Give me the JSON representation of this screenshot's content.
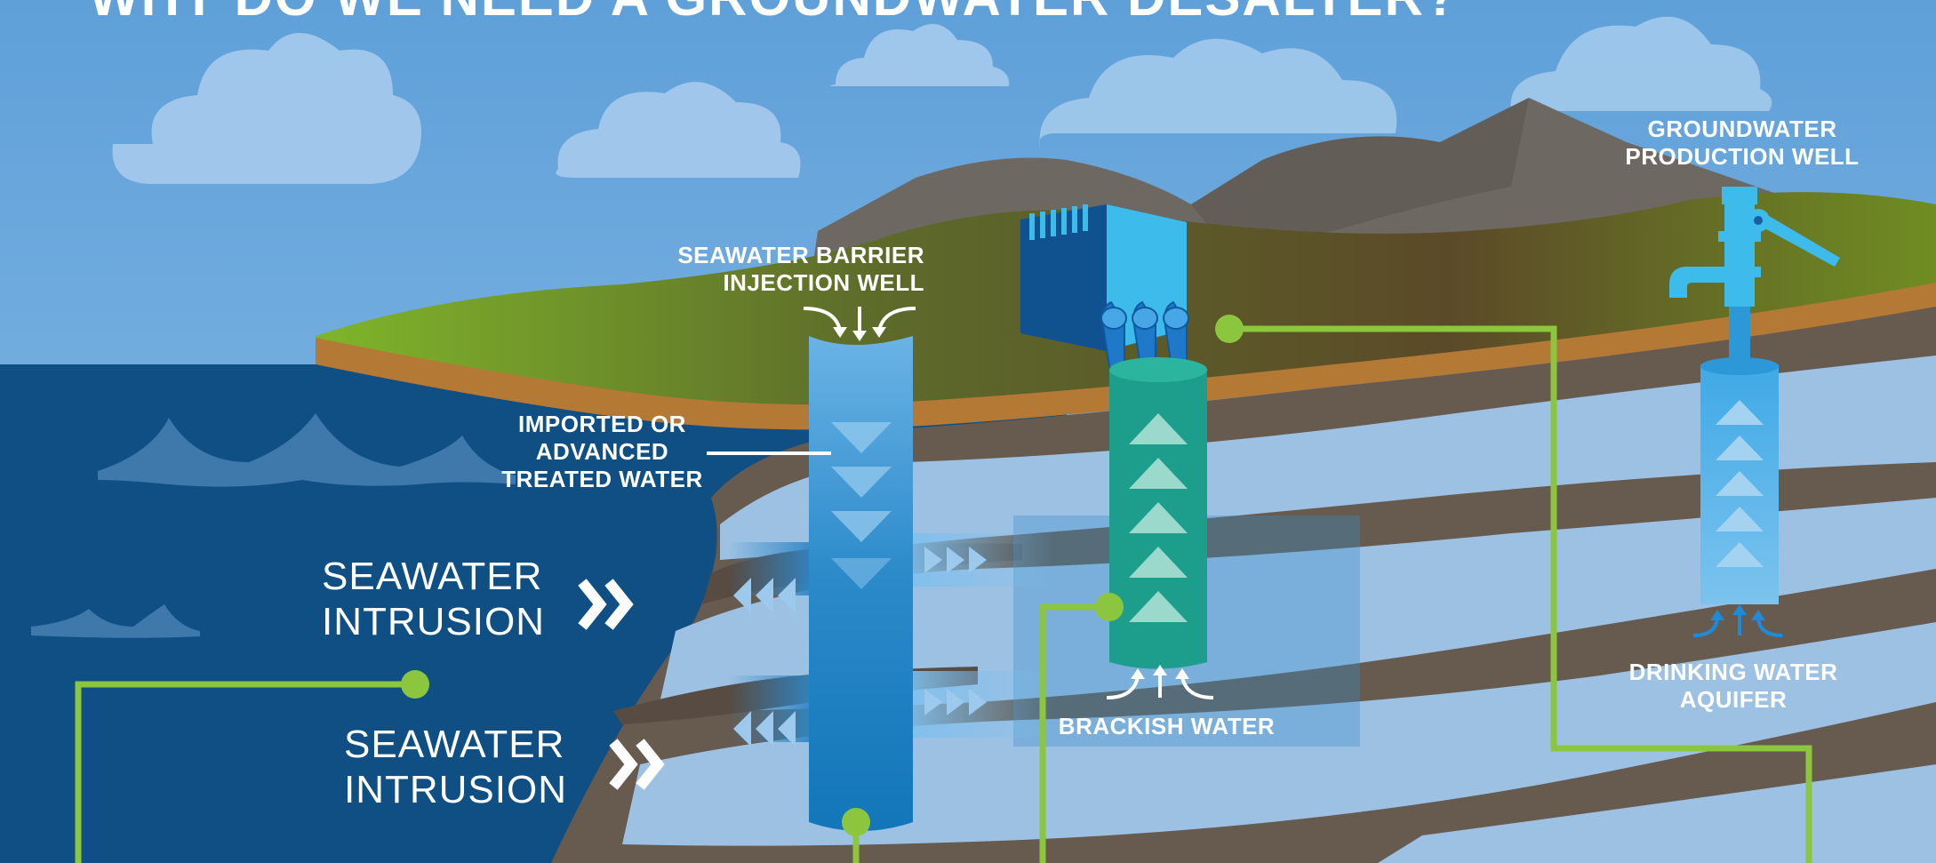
{
  "title": "WHY DO WE NEED A GROUNDWATER DESALTER?",
  "labels": {
    "barrier_well_line1": "SEAWATER BARRIER",
    "barrier_well_line2": "INJECTION WELL",
    "imported_line1": "IMPORTED OR",
    "imported_line2": "ADVANCED",
    "imported_line3": "TREATED WATER",
    "intrusion_upper_line1": "SEAWATER",
    "intrusion_upper_line2": "INTRUSION",
    "intrusion_lower_line1": "SEAWATER",
    "intrusion_lower_line2": "INTRUSION",
    "brackish": "BRACKISH WATER",
    "production_line1": "GROUNDWATER",
    "production_line2": "PRODUCTION WELL",
    "aquifer_line1": "DRINKING WATER",
    "aquifer_line2": "AQUIFER"
  },
  "colors": {
    "sky": "#6aa6da",
    "ocean": "#0f4f83",
    "rock": "#675a4f",
    "aquifer_water": "#9cc1e3",
    "grass": "#6e8a24",
    "soil": "#b37935",
    "mountain": "#6f6a64",
    "well_blue": "#1a7dbf",
    "desalter_teal": "#1d9e8c",
    "pipe_green": "#8cc63f",
    "facility_blue": "#3dbbea"
  },
  "icons": [
    "cloud-icon",
    "wave-icon",
    "chevron-right-icon",
    "arrow-up-icon",
    "arrow-down-icon",
    "faucet-icon",
    "triangle-up-icon",
    "triangle-down-icon"
  ]
}
